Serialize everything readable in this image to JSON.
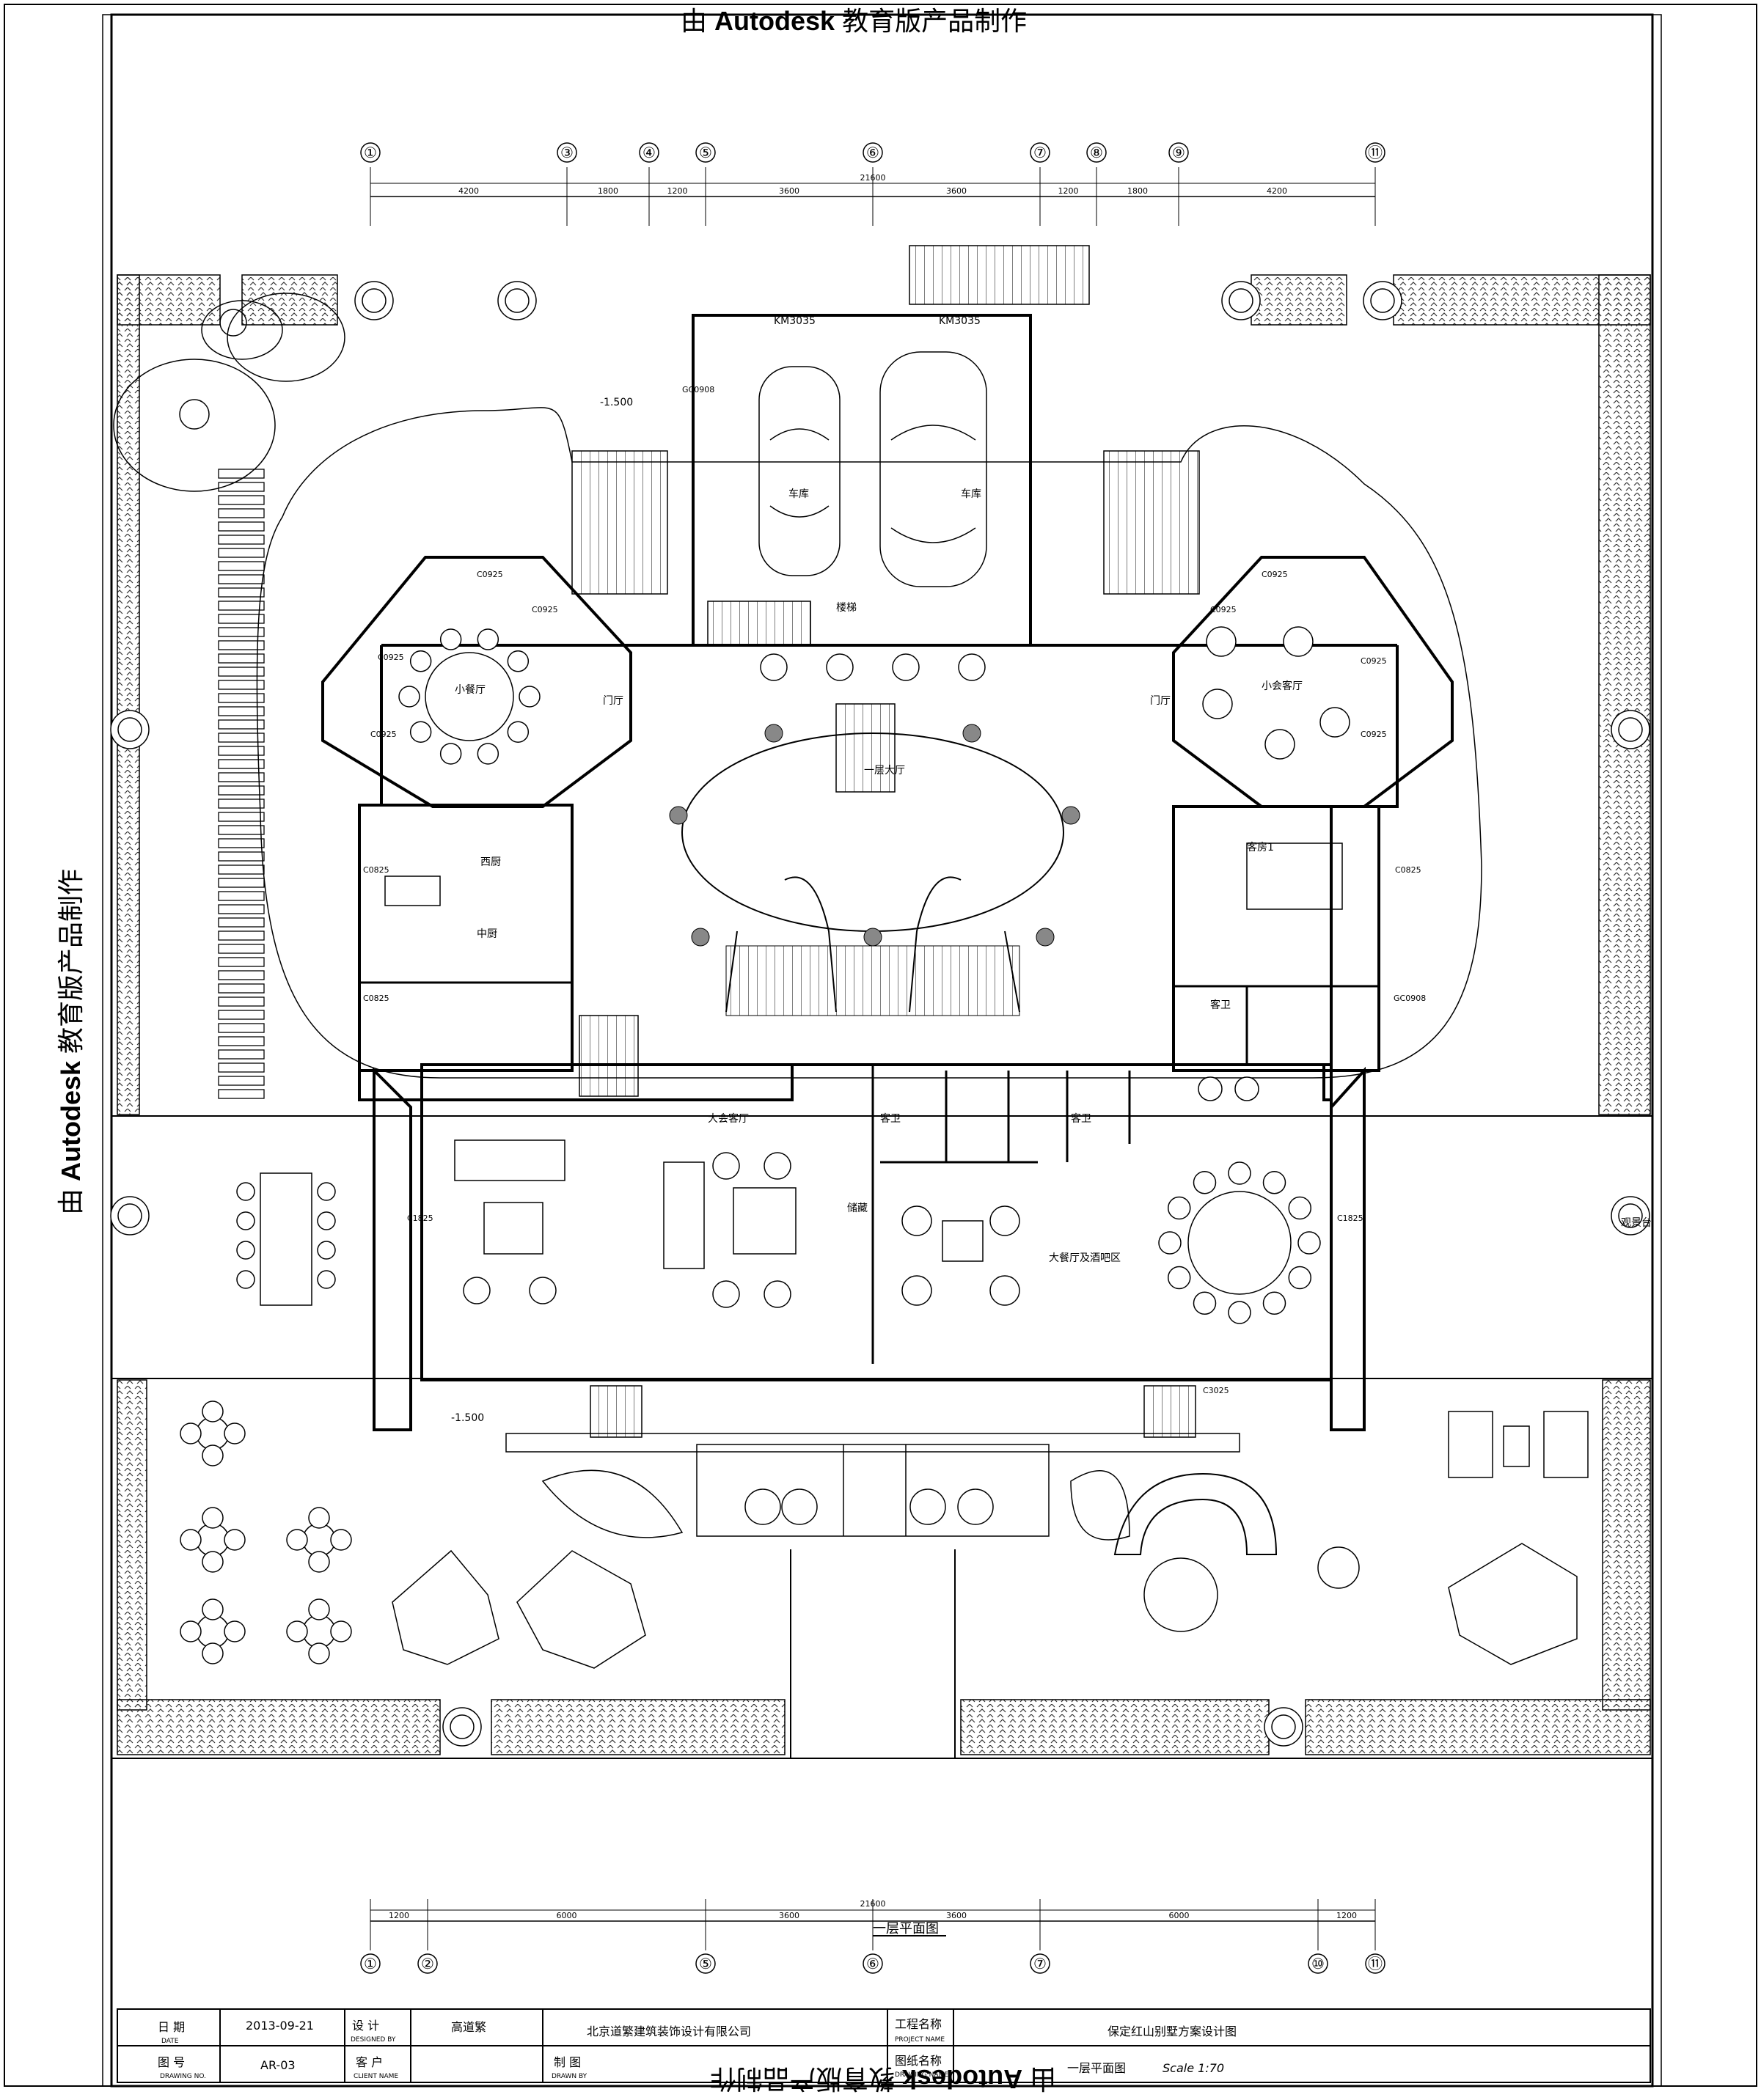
{
  "watermark": {
    "prefix": "由",
    "brand": "Autodesk",
    "suffix": "教育版产品制作"
  },
  "grid_top": {
    "axes": [
      "①",
      "③",
      "④",
      "⑤",
      "⑥",
      "⑦",
      "⑧",
      "⑨",
      "⑪"
    ],
    "dims": [
      "4200",
      "1800",
      "1200",
      "3600",
      "3600",
      "1200",
      "1800",
      "4200"
    ],
    "total": "21600"
  },
  "grid_bottom": {
    "axes": [
      "①",
      "②",
      "⑤",
      "⑥",
      "⑦",
      "⑩",
      "⑪"
    ],
    "dims": [
      "1200",
      "6000",
      "3600",
      "3600",
      "6000",
      "1200"
    ],
    "total": "21600"
  },
  "levels": [
    "-1.500",
    "-1.500"
  ],
  "rooms": {
    "garage_left": "车库",
    "garage_right": "车库",
    "garage_door_left": "KM3035",
    "garage_door_right": "KM3035",
    "stairs": "楼梯",
    "small_dining": "小餐厅",
    "small_living": "小会客厅",
    "entry_left": "门厅",
    "entry_right": "门厅",
    "lobby": "一层大厅",
    "kitchen": "西厨",
    "chinese_kitchen": "中厨",
    "guest_room": "客房1",
    "guest_bath": "客卫",
    "living": "大会客厅",
    "wc1": "客卫",
    "wc2": "客卫",
    "dining": "大餐厅及酒吧区",
    "storage": "储藏",
    "gazebo": "观景台"
  },
  "window_tags": [
    "C0925",
    "C0925",
    "C0925",
    "C0925",
    "C0925",
    "C0925",
    "C0925",
    "C0925",
    "C0825",
    "C0825",
    "C0825",
    "C1825",
    "C1825",
    "C3025",
    "GC0908",
    "GC0908"
  ],
  "plan_title": "一层平面图",
  "title_block": {
    "date_label": "日 期",
    "date_en": "DATE",
    "date_value": "2013-09-21",
    "design_label": "设 计",
    "design_en": "DESIGNED BY",
    "designer": "高道繁",
    "company": "北京道繁建筑装饰设计有限公司",
    "project_label": "工程名称",
    "project_en": "PROJECT NAME",
    "project": "保定红山别墅方案设计图",
    "drawing_no_label": "图 号",
    "drawing_no_en": "DRAWING NO.",
    "drawing_no": "AR-03",
    "client_label": "客 户",
    "client_en": "CLIENT NAME",
    "drawn_label": "制 图",
    "drawn_en": "DRAWN BY",
    "sheet_label": "图纸名称",
    "sheet_en": "DRAWING NAME",
    "sheet_name": "一层平面图",
    "scale": "Scale 1:70"
  }
}
